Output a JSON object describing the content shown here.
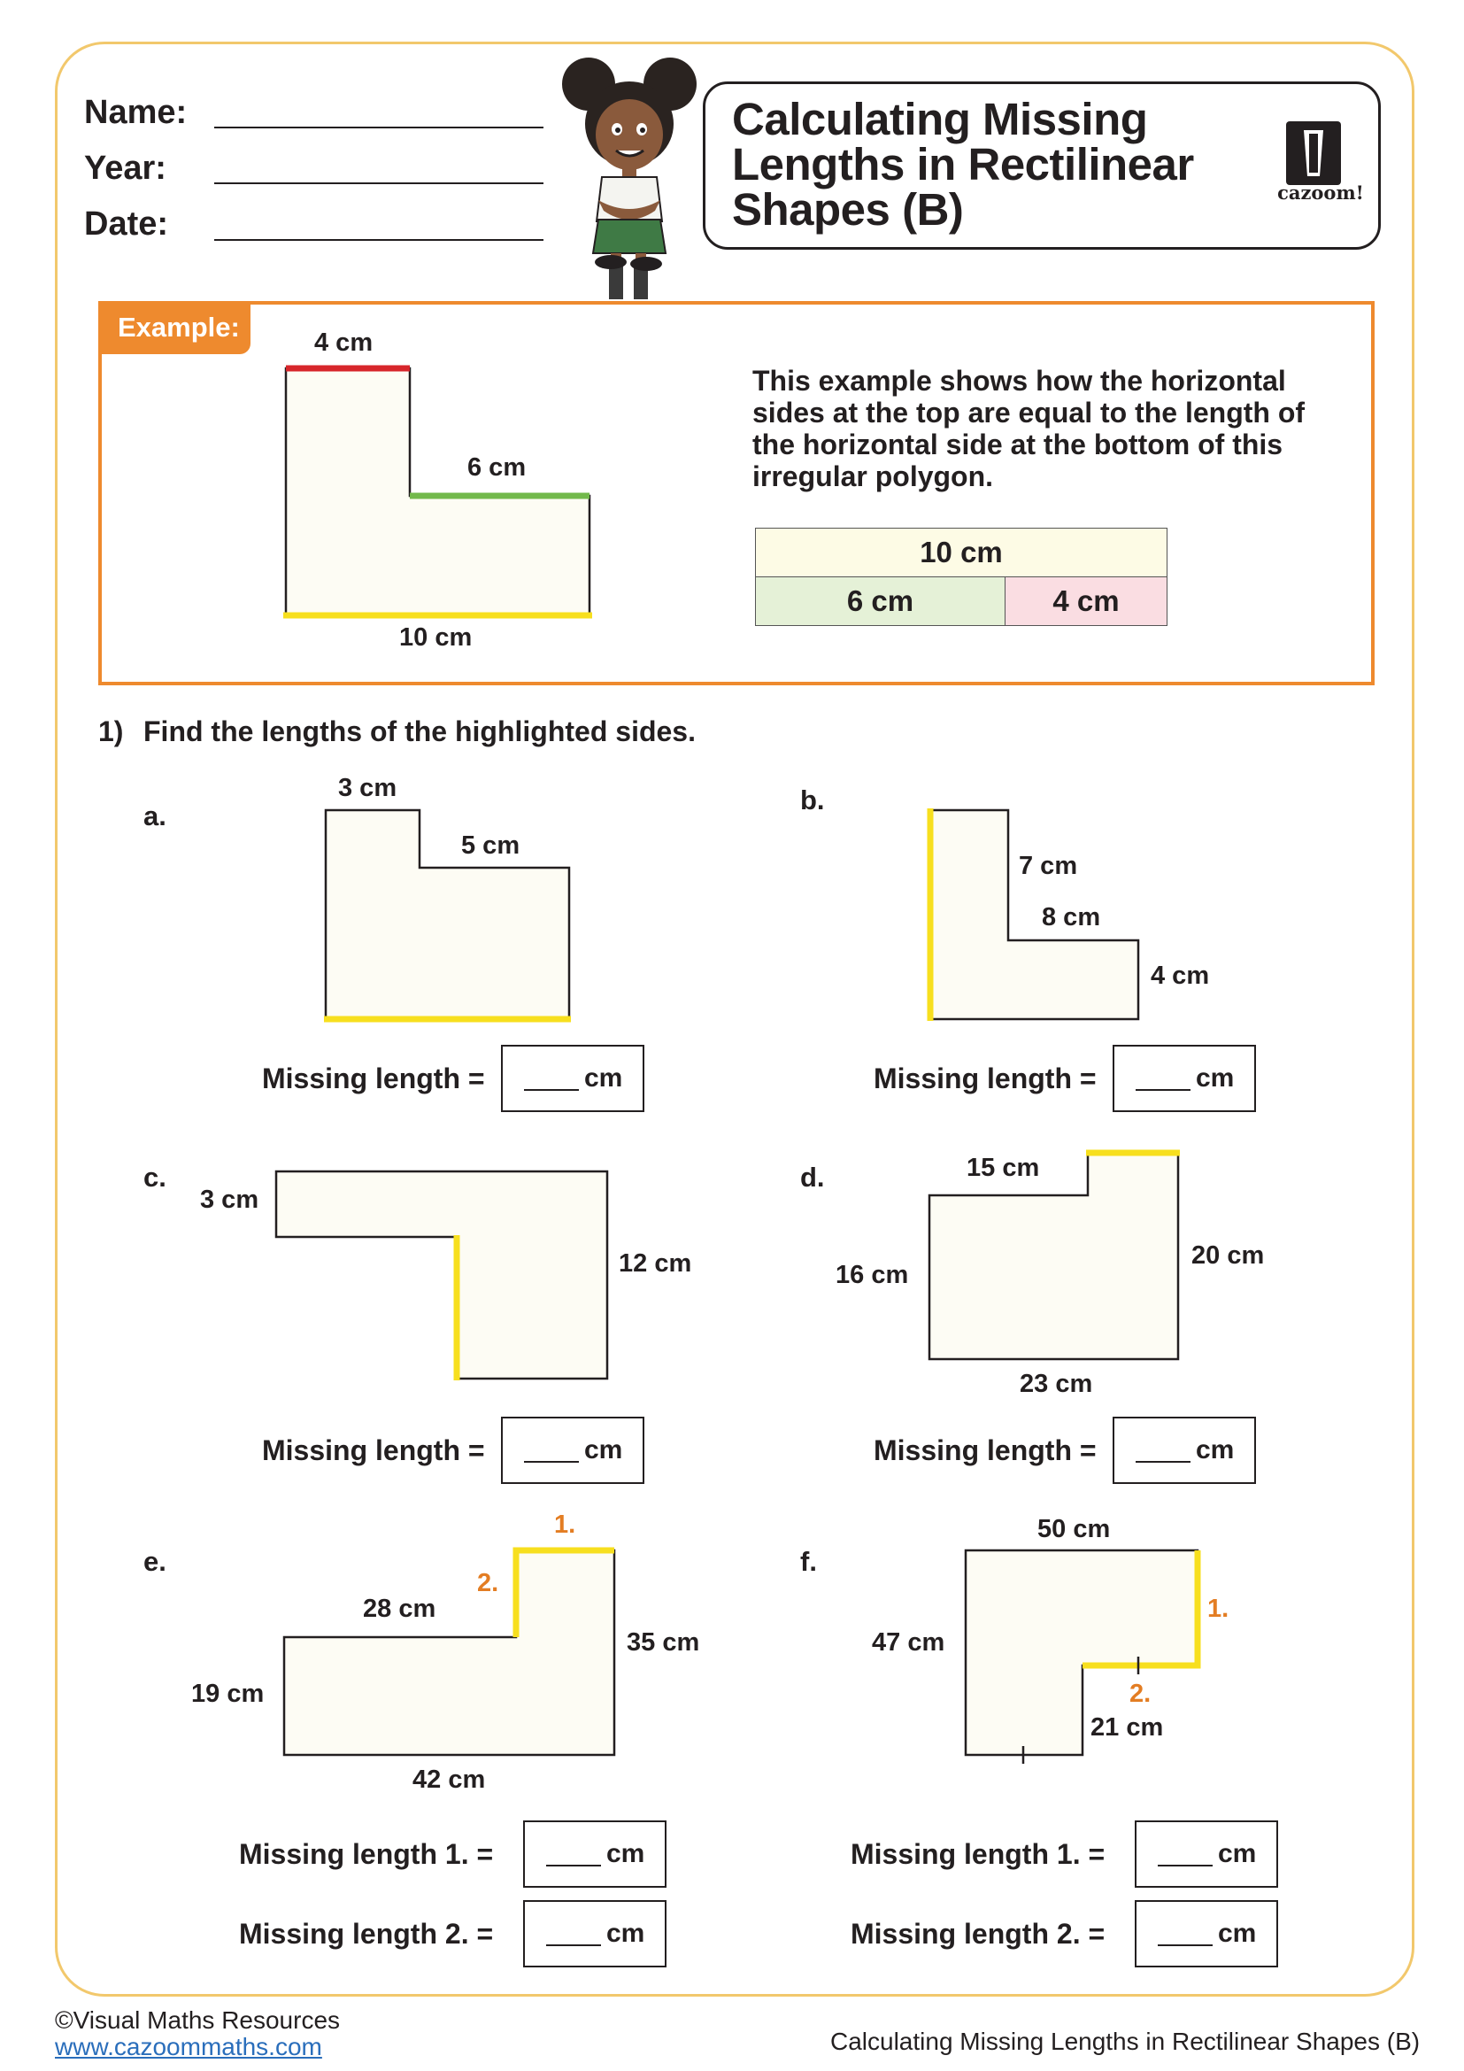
{
  "header": {
    "name_label": "Name:",
    "year_label": "Year:",
    "date_label": "Date:",
    "title": "Calculating Missing Lengths in Rectilinear Shapes (B)",
    "logo_text": "cazoom!"
  },
  "example": {
    "tab_label": "Example:",
    "labels": {
      "top": "4 cm",
      "middle": "6 cm",
      "bottom": "10 cm"
    },
    "text": "This example shows how the horizontal sides at the top are equal to the length of the horizontal side at the bottom of this irregular polygon.",
    "bar": {
      "total": "10 cm",
      "part1": "6 cm",
      "part2": "4 cm"
    },
    "colors": {
      "red": "#d7262b",
      "green": "#72b94b",
      "yellow": "#f7df1e",
      "bar_top": "#fdfbe5",
      "bar_green": "#e5f1d7",
      "bar_pink": "#fadde2"
    }
  },
  "question": {
    "number": "1)",
    "text": "Find the lengths of the highlighted sides."
  },
  "parts": {
    "a": {
      "letter": "a.",
      "labels": [
        "3 cm",
        "5 cm"
      ]
    },
    "b": {
      "letter": "b.",
      "labels": [
        "7 cm",
        "8 cm",
        "4 cm"
      ]
    },
    "c": {
      "letter": "c.",
      "labels": [
        "3 cm",
        "12 cm"
      ]
    },
    "d": {
      "letter": "d.",
      "labels": [
        "15 cm",
        "16 cm",
        "20 cm",
        "23 cm"
      ]
    },
    "e": {
      "letter": "e.",
      "labels": [
        "28 cm",
        "19 cm",
        "35 cm",
        "42 cm"
      ],
      "markers": [
        "1.",
        "2."
      ]
    },
    "f": {
      "letter": "f.",
      "labels": [
        "50 cm",
        "47 cm",
        "21 cm"
      ],
      "markers": [
        "1.",
        "2."
      ]
    }
  },
  "answers": {
    "single": "Missing length =",
    "first": "Missing length  1. =",
    "second": "Missing length  2. =",
    "unit": "cm"
  },
  "footer": {
    "copyright": "©Visual Maths Resources",
    "website": "www.cazoommaths.com",
    "title": "Calculating Missing Lengths in Rectilinear Shapes (B)"
  }
}
